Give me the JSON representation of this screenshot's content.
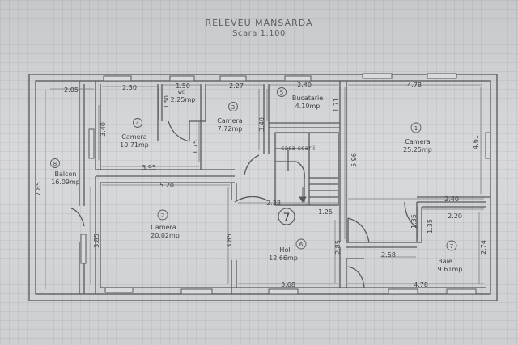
{
  "title": "RELEVEU MANSARDA",
  "scale": "Scara 1:100",
  "rooms": [
    {
      "id": "room-balcon",
      "number": "8",
      "name": "Balcon",
      "area": "16.09mp"
    },
    {
      "id": "room-camera-4",
      "number": "4",
      "name": "Camera",
      "area": "10.71mp"
    },
    {
      "id": "room-wc",
      "number": "",
      "name": "wc",
      "area": "2.25mp"
    },
    {
      "id": "room-camera-3",
      "number": "3",
      "name": "Camera",
      "area": "7.72mp"
    },
    {
      "id": "room-bucatarie",
      "number": "5",
      "name": "Bucatarie",
      "area": "4.10mp"
    },
    {
      "id": "room-camera-1",
      "number": "1",
      "name": "Camera",
      "area": "25.25mp"
    },
    {
      "id": "room-camera-2",
      "number": "2",
      "name": "Camera",
      "area": "20.02mp"
    },
    {
      "id": "room-hol",
      "number": "6",
      "name": "Hol",
      "area": "12.66mp"
    },
    {
      "id": "room-baie",
      "number": "7",
      "name": "Baie",
      "area": "9.61mp"
    }
  ],
  "stair_label": "casa scarii",
  "hol_marker": "7",
  "dimensions": [
    "2.05",
    "2.30",
    "1.50",
    "2.27",
    "2.40",
    "4.78",
    "1.50",
    "1.71",
    "3.40",
    "3.40",
    "3.95",
    "1.75",
    "7.85",
    "5.20",
    "5.96",
    "4.61",
    "2.40",
    "2.38",
    "1.25",
    "2.20",
    "1.35",
    "1.35",
    "3.85",
    "3.85",
    "2.85",
    "2.58",
    "2.74",
    "3.68",
    "4.78"
  ]
}
